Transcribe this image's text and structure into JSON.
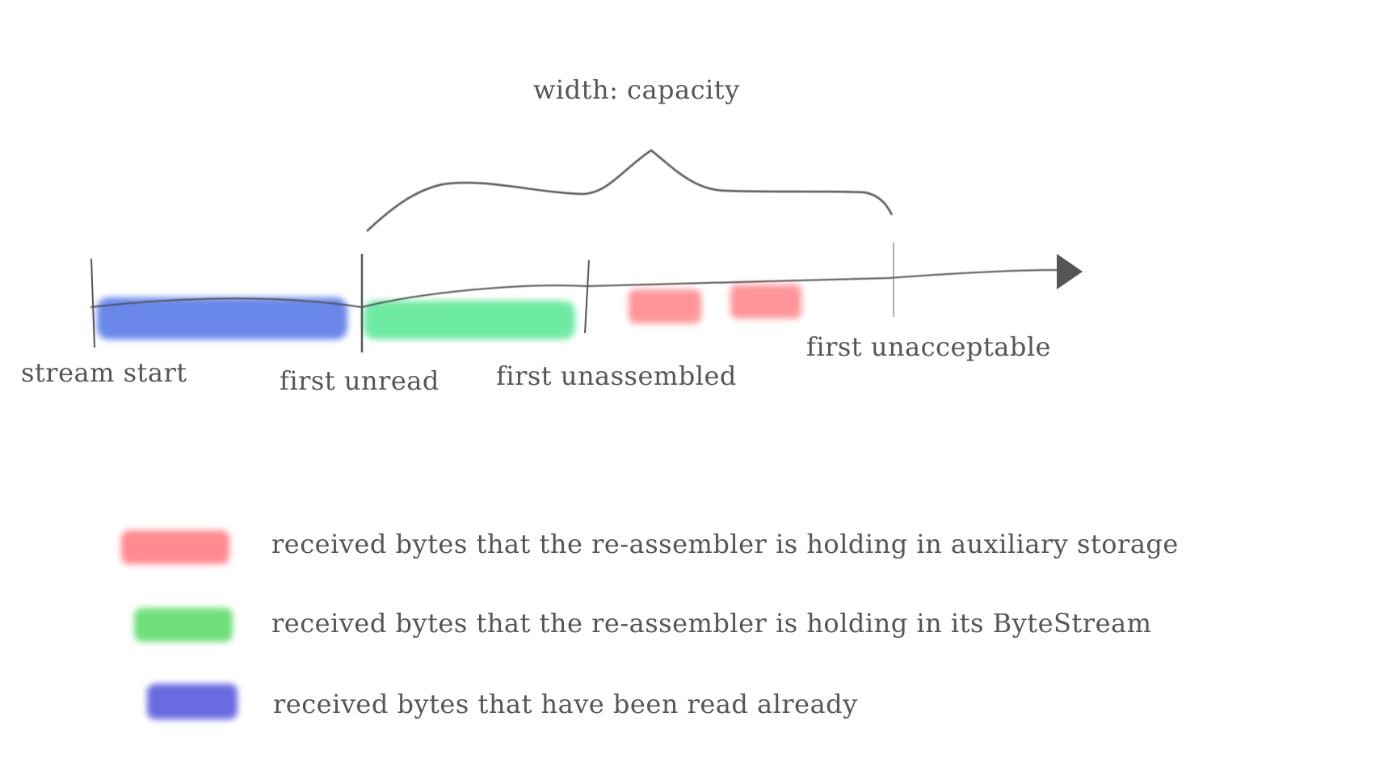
{
  "title_label": "width: capacity",
  "markers": [
    {
      "id": "stream-start",
      "label": "stream start"
    },
    {
      "id": "first-unread",
      "label": "first unread"
    },
    {
      "id": "first-unassembled",
      "label": "first unassembled"
    },
    {
      "id": "first-unacceptable",
      "label": "first unacceptable"
    }
  ],
  "colors": {
    "read": "#5b7de8",
    "bytestream": "#5ee89a",
    "auxiliary": "#ff8a8f",
    "legend_green": "#6fe07a",
    "legend_purple": "#6a6be0",
    "line": "#555555"
  },
  "legend": [
    {
      "id": "auxiliary",
      "color": "#ff8a8f",
      "text": "received bytes that the re-assembler is holding in auxiliary storage"
    },
    {
      "id": "bytestream",
      "color": "#6fe07a",
      "text": "received bytes that the re-assembler is holding in its ByteStream"
    },
    {
      "id": "read",
      "color": "#6a6be0",
      "text": "received bytes that have been read already"
    }
  ]
}
